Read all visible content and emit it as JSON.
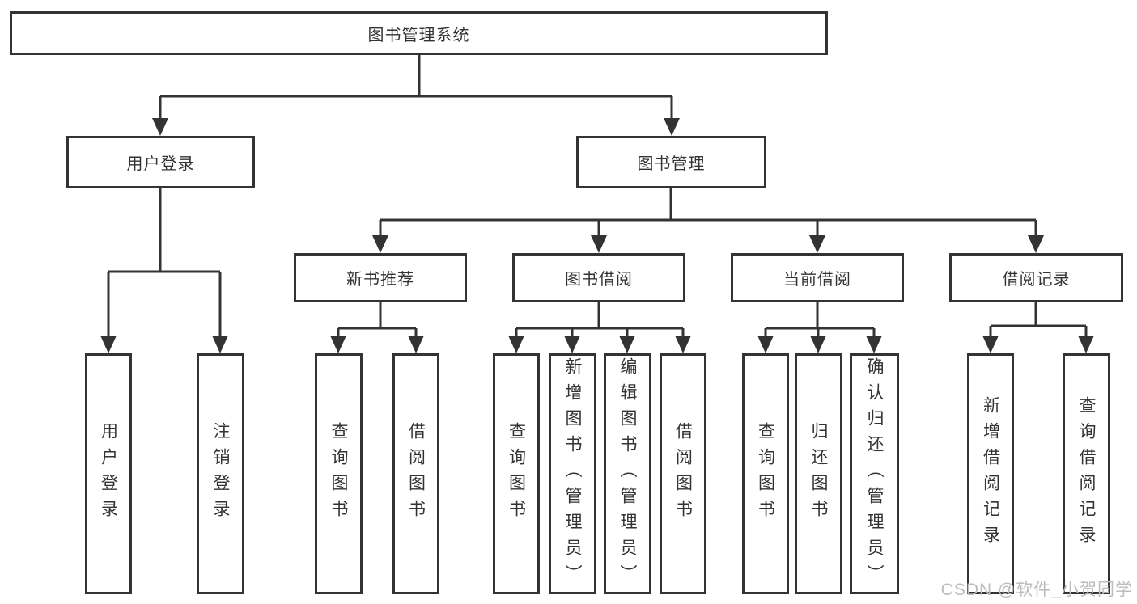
{
  "colors": {
    "background": "#ffffff",
    "line": "#333333",
    "text": "#333333",
    "watermark": "#bcbcbc"
  },
  "watermark": {
    "text": "CSDN @软件_小贺同学"
  },
  "tree": {
    "root": {
      "label": "图书管理系统",
      "children": [
        {
          "label": "用户登录",
          "children": [
            {
              "label": "用户登录"
            },
            {
              "label": "注销登录"
            }
          ]
        },
        {
          "label": "图书管理",
          "children": [
            {
              "label": "新书推荐",
              "children": [
                {
                  "label": "查询图书"
                },
                {
                  "label": "借阅图书"
                }
              ]
            },
            {
              "label": "图书借阅",
              "children": [
                {
                  "label": "查询图书"
                },
                {
                  "label": "新增图书（管理员）"
                },
                {
                  "label": "编辑图书（管理员）"
                },
                {
                  "label": "借阅图书"
                }
              ]
            },
            {
              "label": "当前借阅",
              "children": [
                {
                  "label": "查询图书"
                },
                {
                  "label": "归还图书"
                },
                {
                  "label": "确认归还（管理员）"
                }
              ]
            },
            {
              "label": "借阅记录",
              "children": [
                {
                  "label": "新增借阅记录"
                },
                {
                  "label": "查询借阅记录"
                }
              ]
            }
          ]
        }
      ]
    }
  }
}
